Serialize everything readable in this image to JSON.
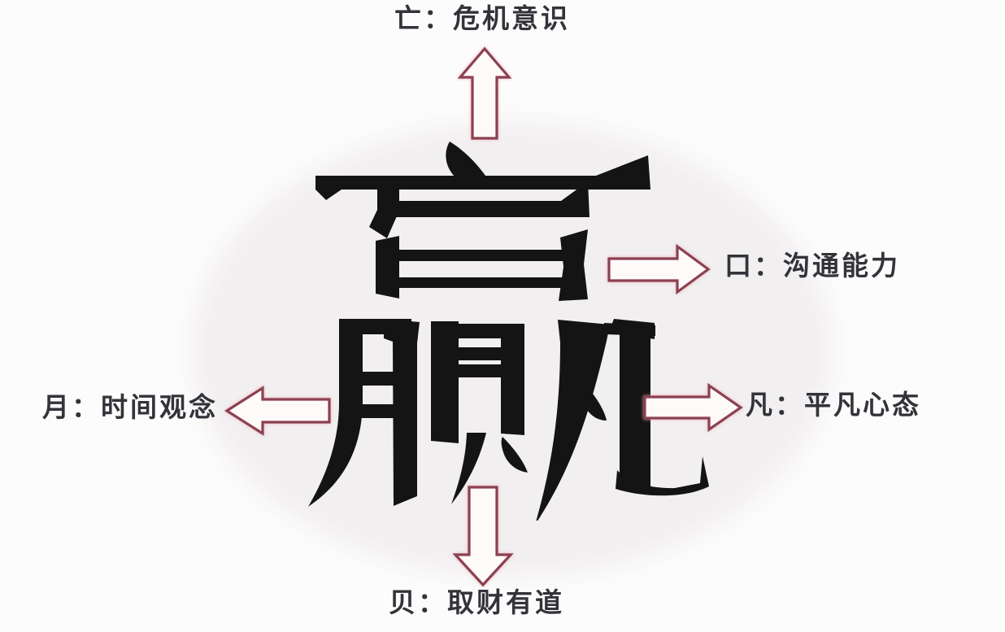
{
  "diagram": {
    "center_character": "赢",
    "components": [
      {
        "position": "top",
        "arrow_direction": "up",
        "component": "亡",
        "meaning": "危机意识",
        "label": "亡：危机意识"
      },
      {
        "position": "right-upper",
        "arrow_direction": "right",
        "component": "口",
        "meaning": "沟通能力",
        "label": "口：沟通能力"
      },
      {
        "position": "left",
        "arrow_direction": "left",
        "component": "月",
        "meaning": "时间观念",
        "label": "月：时间观念"
      },
      {
        "position": "right-lower",
        "arrow_direction": "right",
        "component": "凡",
        "meaning": "平凡心态",
        "label": "凡：平凡心态"
      },
      {
        "position": "bottom",
        "arrow_direction": "down",
        "component": "贝",
        "meaning": "取财有道",
        "label": "贝：取财有道"
      }
    ],
    "colors": {
      "background": "#fdfcfc",
      "ellipse_fill": "#f2eff1",
      "character_color": "#141414",
      "label_color": "#33333a",
      "arrow_stroke": "#8b4150",
      "arrow_fill": "#fffafa",
      "arrow_glow": "#ecaab4"
    }
  }
}
